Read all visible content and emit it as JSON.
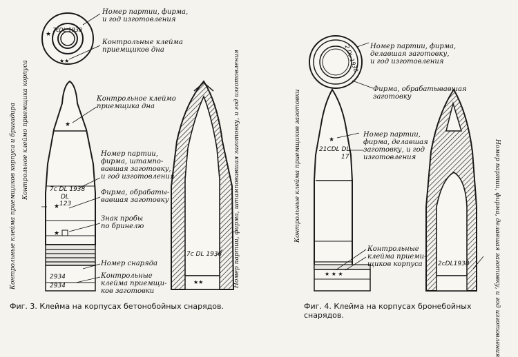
{
  "fig3": {
    "labels": {
      "lot_maker_year": "Номер партии, фирма,\nи год изготовления",
      "base_inspector_marks": "Контрольные клейма\nприемщиков дна",
      "base_inspector_mark": "Контрольное клеймо\nприемщика дна",
      "lot_firm_forge_year": "Номер партии,\nфирма, штампо-\nвавшая заготовку,\nи год изготовления",
      "machining_firm": "Фирма, обрабаты-\nвавшая заготовку",
      "brinell_mark": "Знак пробы\nпо бринелю",
      "shell_number": "Номер снаряда",
      "inspector_marks": "Контрольные\nклейма приемщи-\nков заготовки",
      "vertical_left_top": "Контрольное клеймо\nприемщика корпуса",
      "vertical_left_bottom": "Контрольные клейма\nприемщиков корпуса\nи бригадира",
      "vertical_section": "Номер партии, фирма, штамповавшая\nзаготовку, и год изготовления"
    },
    "stamps": {
      "base": "7cDL 1938",
      "body_line1": "7c DL 1938",
      "body_line2": "DL",
      "body_line3": "123",
      "number1": "2934",
      "number2": "2934",
      "section": "7c DL 1938"
    },
    "caption": "Фиг. 3. Клейма на корпусах бетонобойных снарядов."
  },
  "fig4": {
    "labels": {
      "lot_maker_year": "Номер партии, фирма,\nделавшая заготовку,\nи год изготовления",
      "machining_firm": "Фирма, обрабатывавшая\nзаготовку",
      "lot_forge_year": "Номер партии,\nфирма, делавшая\nзаготовку, и год\nизготовления",
      "inspector_marks": "Контрольные\nклейма приеми-\nщиков корпуса",
      "vertical_left": "Контрольные клейма приемщиков\nзаготовки",
      "vertical_right": "Номер партии, фирма, делавшая заготовку,\nи год изготовления"
    },
    "stamps": {
      "base": "2 DL 1938",
      "body_line1": "21CDL DL",
      "body_line2": "17",
      "section": "2cDL1938"
    },
    "caption": "Фиг. 4. Клейма на корпусах бронебойных\nснарядов."
  }
}
